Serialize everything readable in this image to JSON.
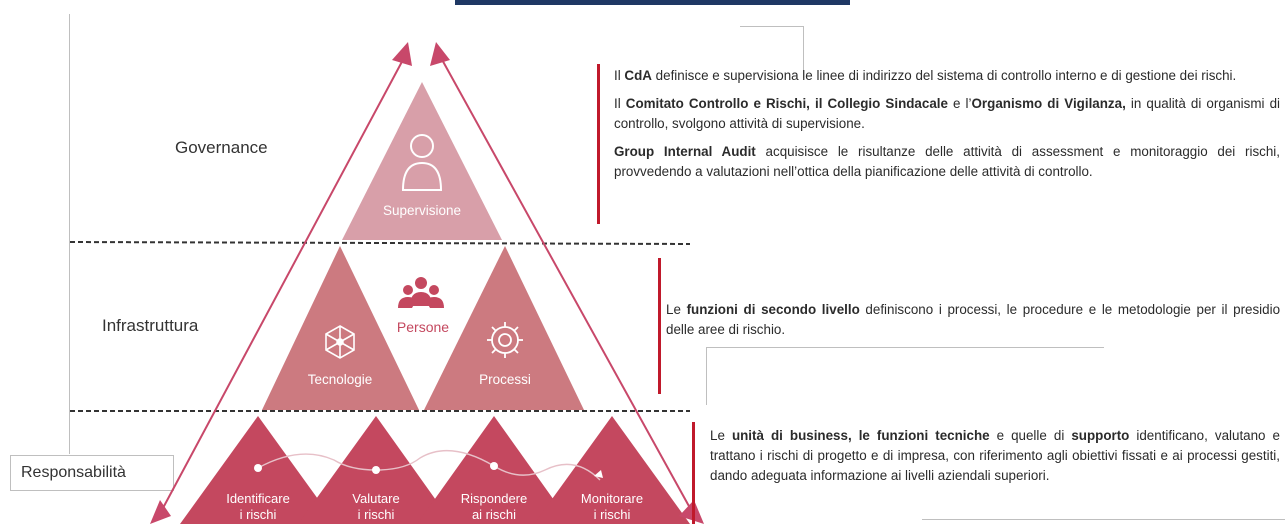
{
  "levels": {
    "governance": "Governance",
    "infrastruttura": "Infrastruttura",
    "responsabilita": "Responsabilità"
  },
  "triangles": {
    "supervisione": "Supervisione",
    "tecnologie": "Tecnologie",
    "persone": "Persone",
    "processi": "Processi",
    "identificare": [
      "Identificare",
      "i rischi"
    ],
    "valutare": [
      "Valutare",
      "i rischi"
    ],
    "rispondere": [
      "Rispondere",
      "ai rischi"
    ],
    "monitorare": [
      "Monitorare",
      "i rischi"
    ]
  },
  "descriptions": {
    "governance": [
      [
        [
          "",
          "Il "
        ],
        [
          "b",
          "CdA"
        ],
        [
          "",
          " definisce e supervisiona le linee di indirizzo del sistema di controllo interno e di gestione dei rischi."
        ]
      ],
      [
        [
          "",
          "Il "
        ],
        [
          "b",
          "Comitato Controllo e Rischi, il Collegio Sindacale"
        ],
        [
          "",
          " e l’"
        ],
        [
          "b",
          "Organismo di Vigilanza,"
        ],
        [
          "",
          " in qualità di organismi di controllo, svolgono attività di supervisione."
        ]
      ],
      [
        [
          "b",
          "Group Internal Audit"
        ],
        [
          "",
          " acquisisce le risultanze delle attività di assessment e monitoraggio dei rischi, provvedendo a valutazioni nell’ottica della pianificazione delle attività di controllo."
        ]
      ]
    ],
    "infrastruttura": [
      [
        [
          "",
          "Le "
        ],
        [
          "b",
          "funzioni di secondo livello"
        ],
        [
          "",
          " definiscono i processi, le procedure e le metodologie per il presidio delle aree di rischio."
        ]
      ]
    ],
    "responsabilita": [
      [
        [
          "",
          "Le "
        ],
        [
          "b",
          "unità di business, le funzioni tecniche"
        ],
        [
          "",
          " e quelle di "
        ],
        [
          "b",
          "supporto"
        ],
        [
          "",
          " identificano, valutano e trattano i rischi di progetto e di impresa, con riferimento agli obiettivi fissati e ai processi gestiti, dando adeguata informazione ai livelli aziendali superiori."
        ]
      ]
    ]
  },
  "colors": {
    "arrow": "#c8486a",
    "tri_top": "#d89fa9",
    "tri_mid": "#cc7a80",
    "tri_bottom": "#c4485f",
    "accent_bar": "#c0192b"
  },
  "icons": {
    "supervisione": "user-icon",
    "persone": "people-icon",
    "tecnologie": "network-icon",
    "processi": "gear-icon",
    "monitorare": "arrow-trend-icon"
  }
}
